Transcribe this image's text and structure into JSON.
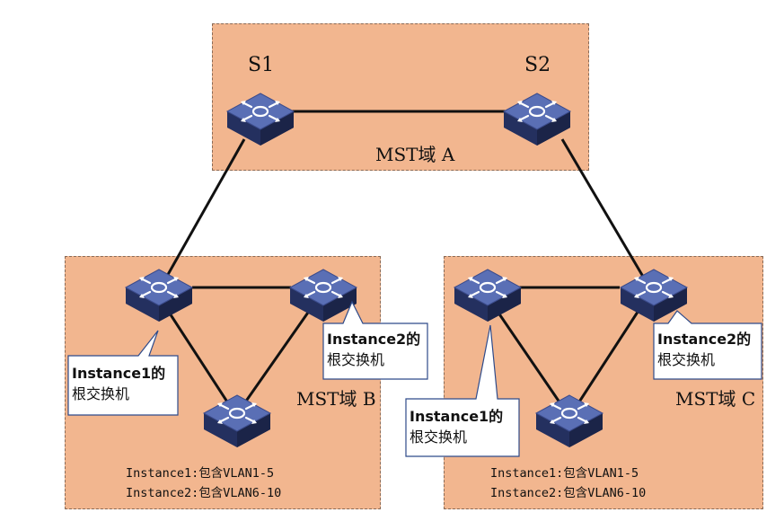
{
  "switches": {
    "s1": "S1",
    "s2": "S2"
  },
  "regions": {
    "a": {
      "name": "MST域 A"
    },
    "b": {
      "name": "MST域 B",
      "instance1": "Instance1:包含VLAN1-5",
      "instance2": "Instance2:包含VLAN6-10",
      "callout_inst1": {
        "line1": "Instance1的",
        "line2": "根交换机"
      },
      "callout_inst2": {
        "line1": "Instance2的",
        "line2": "根交换机"
      }
    },
    "c": {
      "name": "MST域 C",
      "instance1": "Instance1:包含VLAN1-5",
      "instance2": "Instance2:包含VLAN6-10",
      "callout_inst1": {
        "line1": "Instance1的",
        "line2": "根交换机"
      },
      "callout_inst2": {
        "line1": "Instance2的",
        "line2": "根交换机"
      }
    }
  },
  "colors": {
    "region_fill": "#f2b68f",
    "switch_top": "#5a6fb5",
    "switch_side": "#24305f",
    "link": "#111111",
    "callout_border": "#2f4b8a"
  },
  "icons": [
    "switch-icon"
  ]
}
